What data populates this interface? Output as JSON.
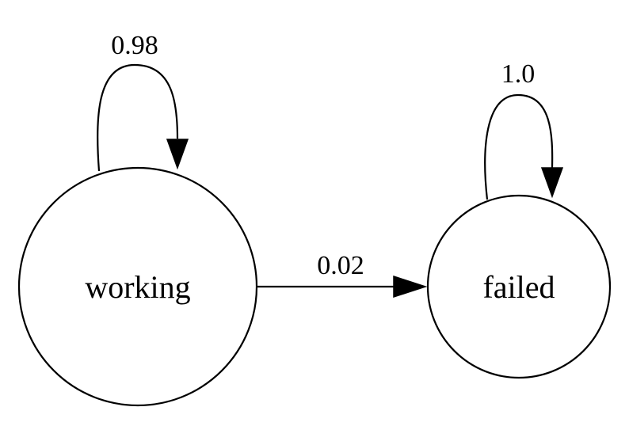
{
  "diagram": {
    "type": "state-transition",
    "nodes": [
      {
        "id": "working",
        "label": "working"
      },
      {
        "id": "failed",
        "label": "failed"
      }
    ],
    "edges": [
      {
        "from": "working",
        "to": "working",
        "label": "0.98"
      },
      {
        "from": "working",
        "to": "failed",
        "label": "0.02"
      },
      {
        "from": "failed",
        "to": "failed",
        "label": "1.0"
      }
    ]
  }
}
